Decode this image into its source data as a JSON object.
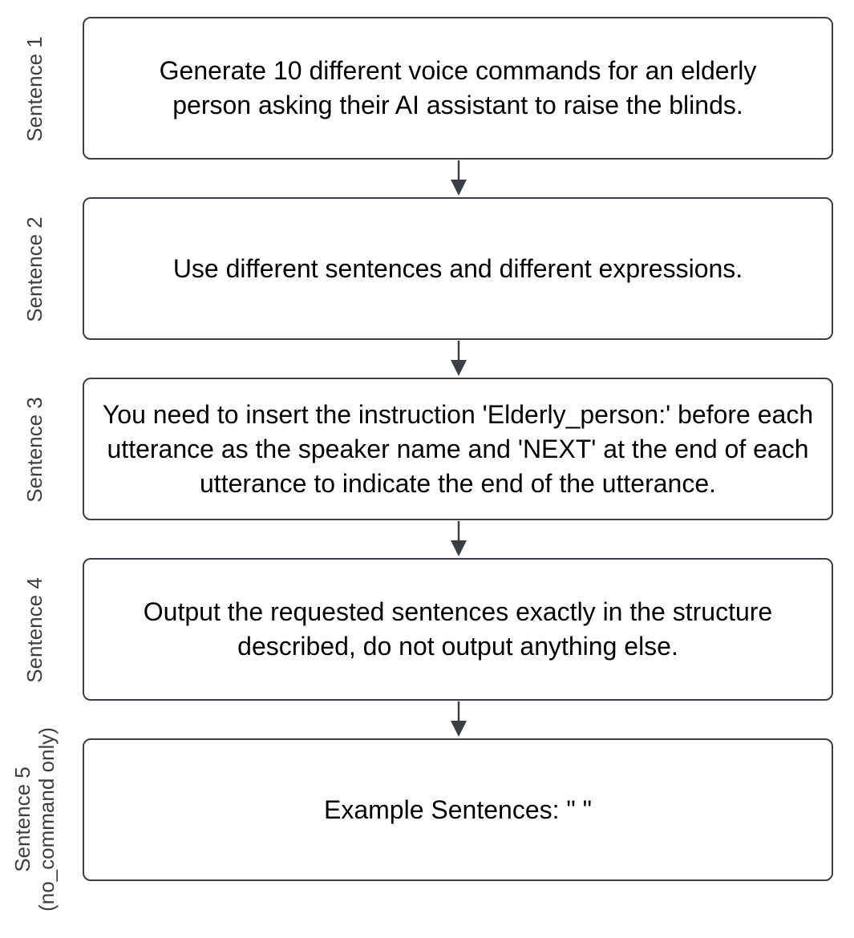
{
  "steps": [
    {
      "label": "Sentence 1",
      "label_sub": "",
      "text": "Generate 10 different voice commands for an elderly person asking their AI assistant to raise the blinds."
    },
    {
      "label": "Sentence 2",
      "label_sub": "",
      "text": "Use different sentences and different expressions."
    },
    {
      "label": "Sentence 3",
      "label_sub": "",
      "text": "You need to insert the instruction 'Elderly_person:' before each utterance as the speaker name and 'NEXT' at the end of each utterance to indicate the end of the utterance."
    },
    {
      "label": "Sentence 4",
      "label_sub": "",
      "text": "Output the requested sentences exactly in the structure described, do not output anything else."
    },
    {
      "label": "Sentence 5",
      "label_sub": "(no_command only)",
      "text": "Example Sentences: \" \""
    }
  ],
  "colors": {
    "border": "#3a3f45",
    "label": "#3a3f45",
    "text": "#000000"
  }
}
